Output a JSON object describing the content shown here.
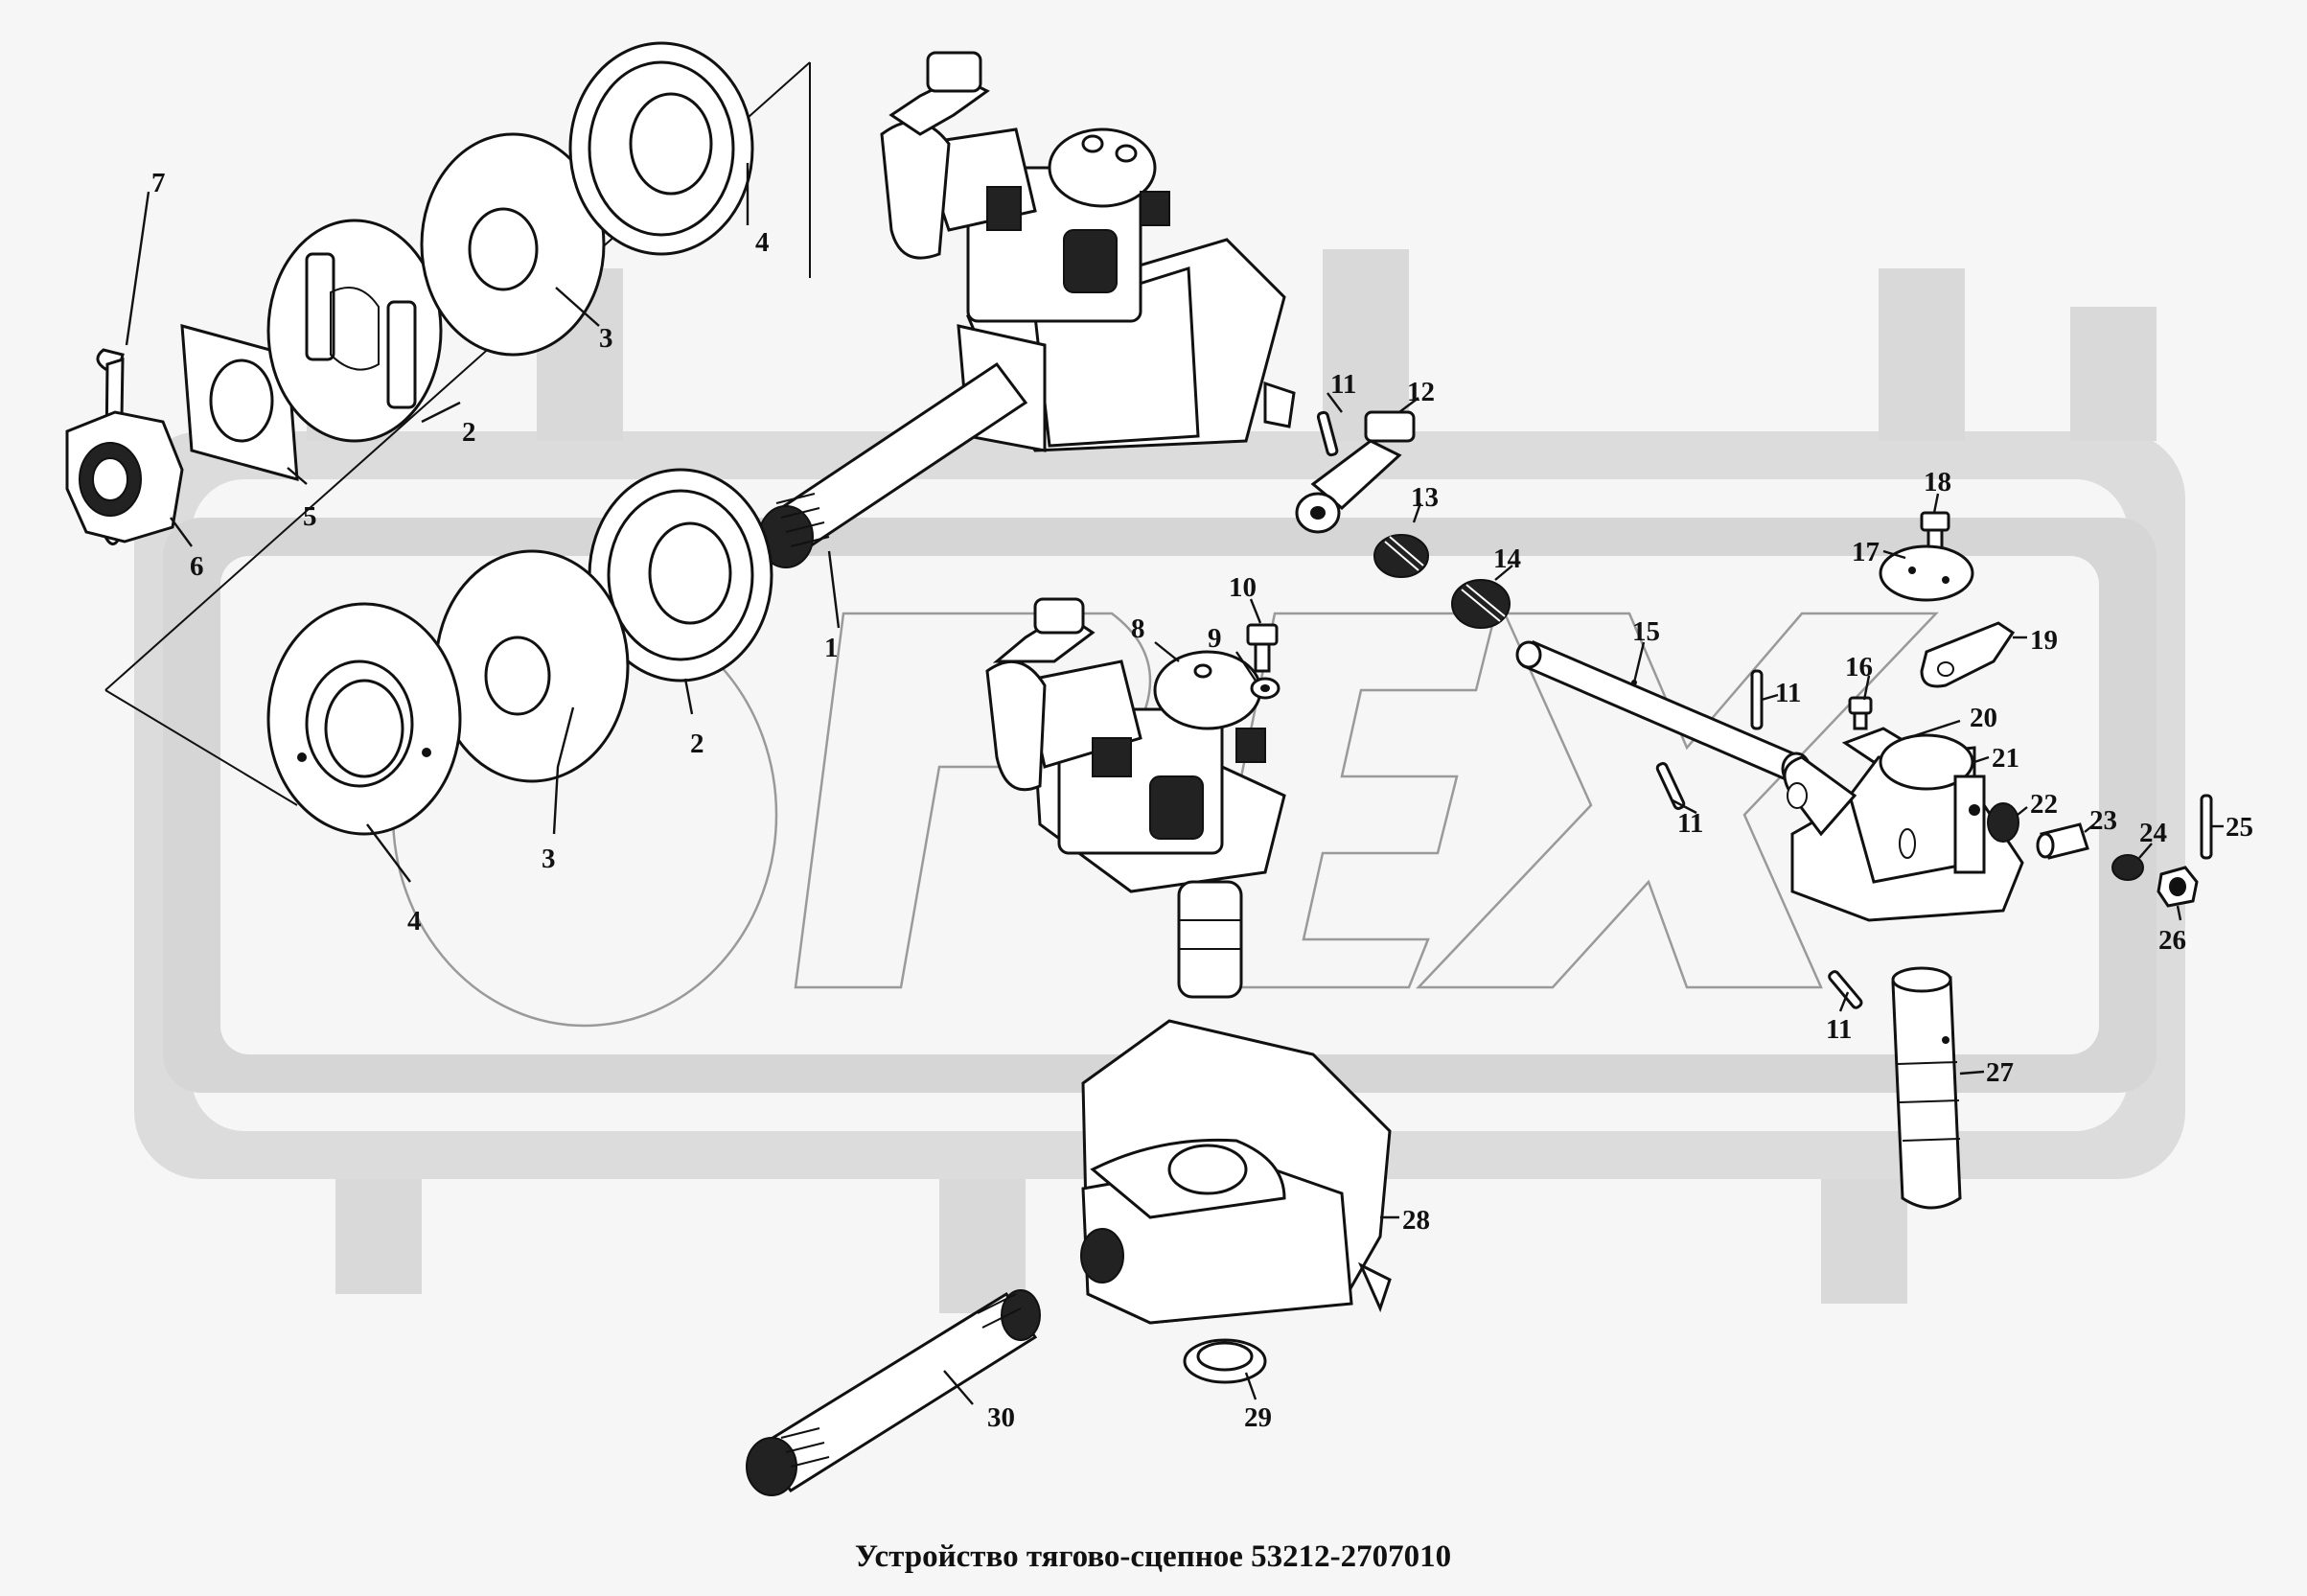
{
  "diagram": {
    "caption": "Устройство тягово-сцепное  53212-2707010",
    "watermark": "OPEX",
    "callouts": [
      {
        "id": "c1",
        "text": "1"
      },
      {
        "id": "c2a",
        "text": "2"
      },
      {
        "id": "c2b",
        "text": "2"
      },
      {
        "id": "c3a",
        "text": "3"
      },
      {
        "id": "c3b",
        "text": "3"
      },
      {
        "id": "c4a",
        "text": "4"
      },
      {
        "id": "c4b",
        "text": "4"
      },
      {
        "id": "c5",
        "text": "5"
      },
      {
        "id": "c6",
        "text": "6"
      },
      {
        "id": "c7",
        "text": "7"
      },
      {
        "id": "c8",
        "text": "8"
      },
      {
        "id": "c9",
        "text": "9"
      },
      {
        "id": "c10",
        "text": "10"
      },
      {
        "id": "c11a",
        "text": "11"
      },
      {
        "id": "c11b",
        "text": "11"
      },
      {
        "id": "c11c",
        "text": "11"
      },
      {
        "id": "c11d",
        "text": "11"
      },
      {
        "id": "c12",
        "text": "12"
      },
      {
        "id": "c13",
        "text": "13"
      },
      {
        "id": "c14",
        "text": "14"
      },
      {
        "id": "c15",
        "text": "15"
      },
      {
        "id": "c16",
        "text": "16"
      },
      {
        "id": "c17",
        "text": "17"
      },
      {
        "id": "c18",
        "text": "18"
      },
      {
        "id": "c19",
        "text": "19"
      },
      {
        "id": "c20",
        "text": "20"
      },
      {
        "id": "c21",
        "text": "21"
      },
      {
        "id": "c22",
        "text": "22"
      },
      {
        "id": "c23",
        "text": "23"
      },
      {
        "id": "c24",
        "text": "24"
      },
      {
        "id": "c25",
        "text": "25"
      },
      {
        "id": "c26",
        "text": "26"
      },
      {
        "id": "c27",
        "text": "27"
      },
      {
        "id": "c28",
        "text": "28"
      },
      {
        "id": "c29",
        "text": "29"
      },
      {
        "id": "c30",
        "text": "30"
      }
    ]
  }
}
